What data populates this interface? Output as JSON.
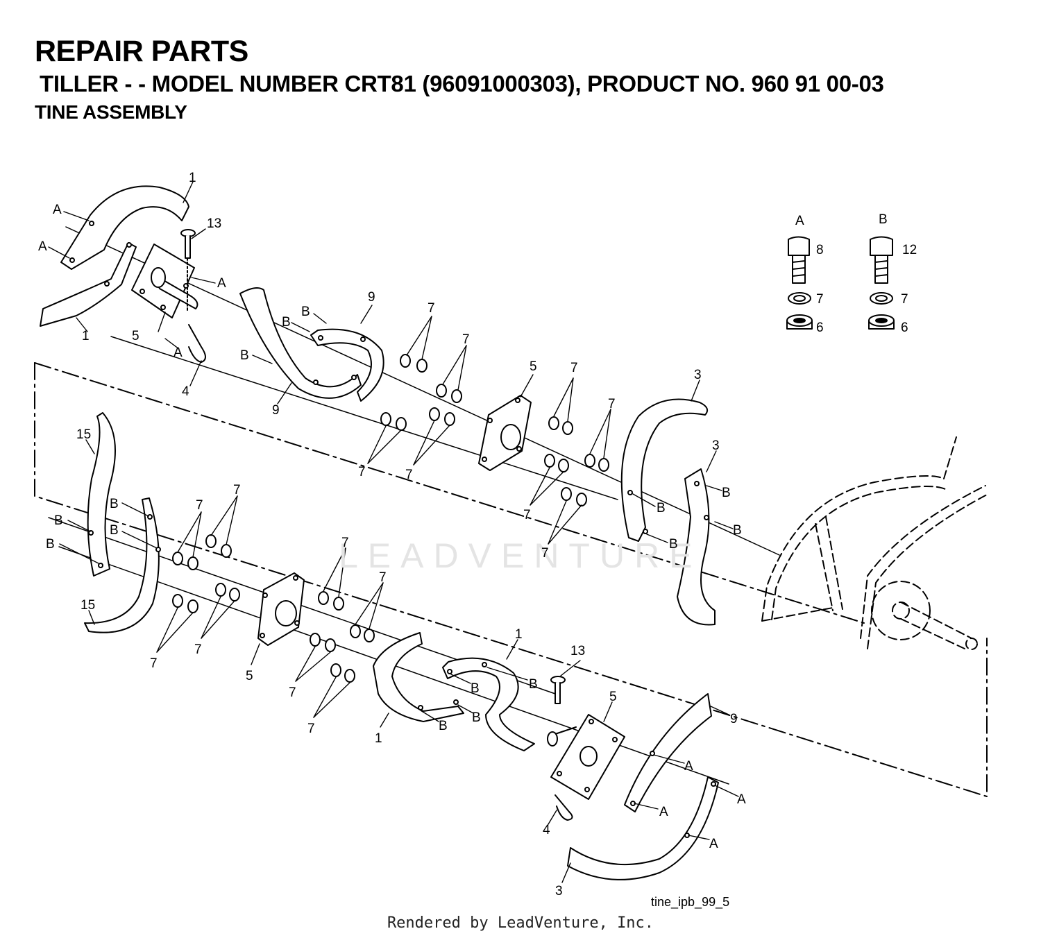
{
  "header": {
    "title": "REPAIR PARTS",
    "model_line": "TILLER - - MODEL NUMBER CRT81 (96091000303), PRODUCT NO. 960 91 00-03",
    "section": "TINE ASSEMBLY"
  },
  "hardware_legend": {
    "group_a": {
      "label": "A",
      "bolt": "8",
      "washer": "7",
      "nut": "6"
    },
    "group_b": {
      "label": "B",
      "bolt": "12",
      "washer": "7",
      "nut": "6"
    }
  },
  "callouts": {
    "part_1": "1",
    "part_3": "3",
    "part_4": "4",
    "part_5": "5",
    "part_7": "7",
    "part_9": "9",
    "part_13": "13",
    "part_15": "15",
    "ref_a": "A",
    "ref_b": "B"
  },
  "figure_id": "tine_ipb_99_5",
  "watermark": "LEADVENTURE",
  "footer": "Rendered by LeadVenture, Inc."
}
